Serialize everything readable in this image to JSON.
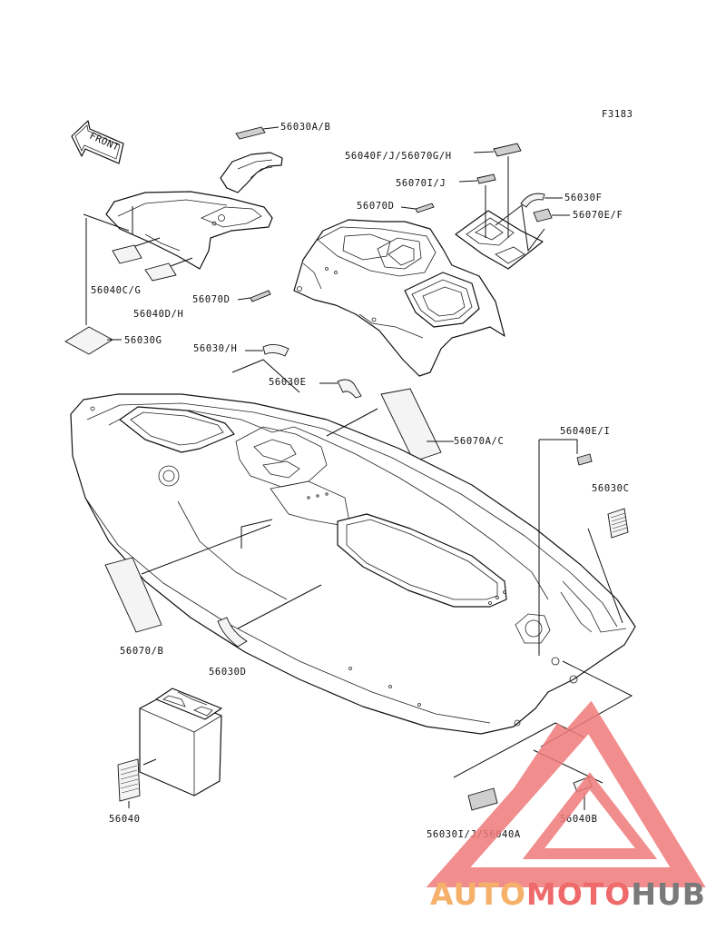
{
  "figure_code": "F3183",
  "front_label": "FRONT",
  "labels": {
    "l56030AB": "56030A/B",
    "l56040FJ": "56040F/J/56070G/H",
    "l56070IJ": "56070I/J",
    "l56070D_top": "56070D",
    "l56030F": "56030F",
    "l56070EF": "56070E/F",
    "l56040CG": "56040C/G",
    "l56040DH": "56040D/H",
    "l56070D_left": "56070D",
    "l56030G": "56030G",
    "l56030H": "56030/H",
    "l56030E": "56030E",
    "l56070AC": "56070A/C",
    "l56040EI": "56040E/I",
    "l56030C": "56030C",
    "l56070B": "56070/B",
    "l56030D": "56030D",
    "l56040": "56040",
    "l56030IJ": "56030I/J/56040A",
    "l56040B": "56040B"
  },
  "watermark": {
    "part1": "AUTO",
    "part2": "MOTO",
    "part3": "HUB",
    "color1": "#f5b06a",
    "color2": "#ef6b6b",
    "color3": "#7a7a7a",
    "triangle_color": "#f07a7a"
  }
}
